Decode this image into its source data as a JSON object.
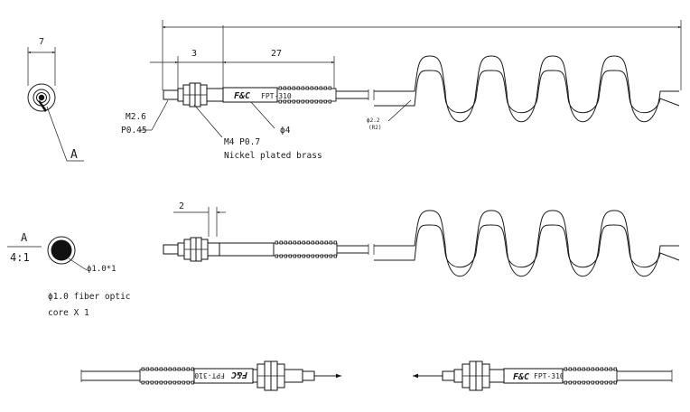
{
  "dimensions": {
    "end_view_width": "7",
    "thread_length": "3",
    "sleeve_length": "27",
    "top_view_gap": "2"
  },
  "callouts": {
    "detail_ref": "A",
    "tip_thread": "M2.6",
    "tip_pitch": "P0.45",
    "nut_thread": "M4 P0.7",
    "nut_material": "Nickel plated brass",
    "sleeve_diameter": "ϕ4",
    "cable_diameter": "ϕ2.2",
    "cable_diameter_sub": "(R2)"
  },
  "detail_view": {
    "label": "A",
    "scale": "4:1",
    "core_callout": "ϕ1.0*1",
    "note_line1": "ϕ1.0 fiber optic",
    "note_line2": "core X 1"
  },
  "sleeve_markings": {
    "brand": "F&C",
    "model": "FPT-310"
  }
}
